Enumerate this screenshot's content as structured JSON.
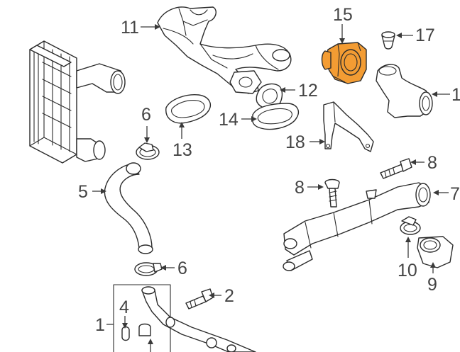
{
  "callouts": {
    "c1_left": "1",
    "c1_right": "1",
    "c2": "2",
    "c4": "4",
    "c5": "5",
    "c6_top": "6",
    "c6_bottom": "6",
    "c7": "7",
    "c8_left": "8",
    "c8_right": "8",
    "c9": "9",
    "c10": "10",
    "c11": "11",
    "c12": "12",
    "c13": "13",
    "c14": "14",
    "c15": "15",
    "c17": "17",
    "c18": "18"
  },
  "colors": {
    "highlight": "#f39c33",
    "line": "#2b2b2b",
    "label": "#444444",
    "background": "#ffffff"
  }
}
